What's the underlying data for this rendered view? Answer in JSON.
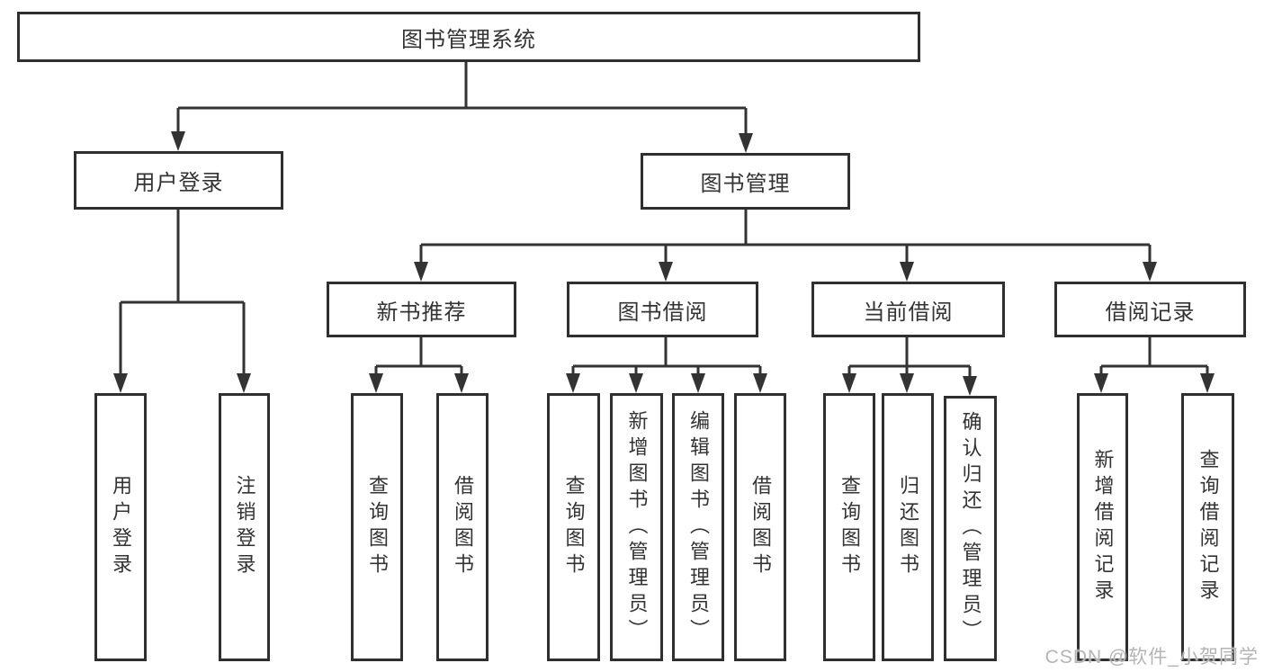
{
  "colors": {
    "line": "#333333",
    "border": "#2f2f2f",
    "text": "#333333",
    "background": "#ffffff",
    "watermark": "#b4b4b4"
  },
  "tree": {
    "root": {
      "label": "图书管理系统"
    },
    "level2": [
      {
        "label": "用户登录"
      },
      {
        "label": "图书管理"
      }
    ],
    "level3": [
      {
        "label": "新书推荐"
      },
      {
        "label": "图书借阅"
      },
      {
        "label": "当前借阅"
      },
      {
        "label": "借阅记录"
      }
    ],
    "leaves": {
      "user_login": [
        "用户登录",
        "注销登录"
      ],
      "new_books": [
        "查询图书",
        "借阅图书"
      ],
      "borrowing": [
        "查询图书",
        "新增图书（管理员）",
        "编辑图书（管理员）",
        "借阅图书"
      ],
      "current": [
        "查询图书",
        "归还图书",
        "确认归还（管理员）"
      ],
      "records": [
        "新增借阅记录",
        "查询借阅记录"
      ]
    }
  },
  "watermark": {
    "text": "CSDN @软件_小贺同学"
  }
}
